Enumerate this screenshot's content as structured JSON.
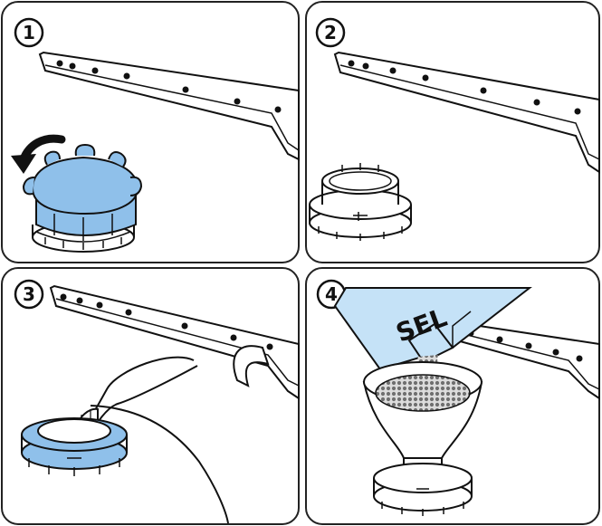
{
  "panels": [
    {
      "step": "1"
    },
    {
      "step": "2"
    },
    {
      "step": "3"
    },
    {
      "step": "4"
    }
  ],
  "salt_bag_label": "SEL",
  "colors": {
    "cap_fill": "#8fc0ea",
    "bag_fill": "#c5e2f7",
    "outline": "#111111",
    "salt_grain": "#6f6f6f",
    "panel_border": "#222222"
  }
}
